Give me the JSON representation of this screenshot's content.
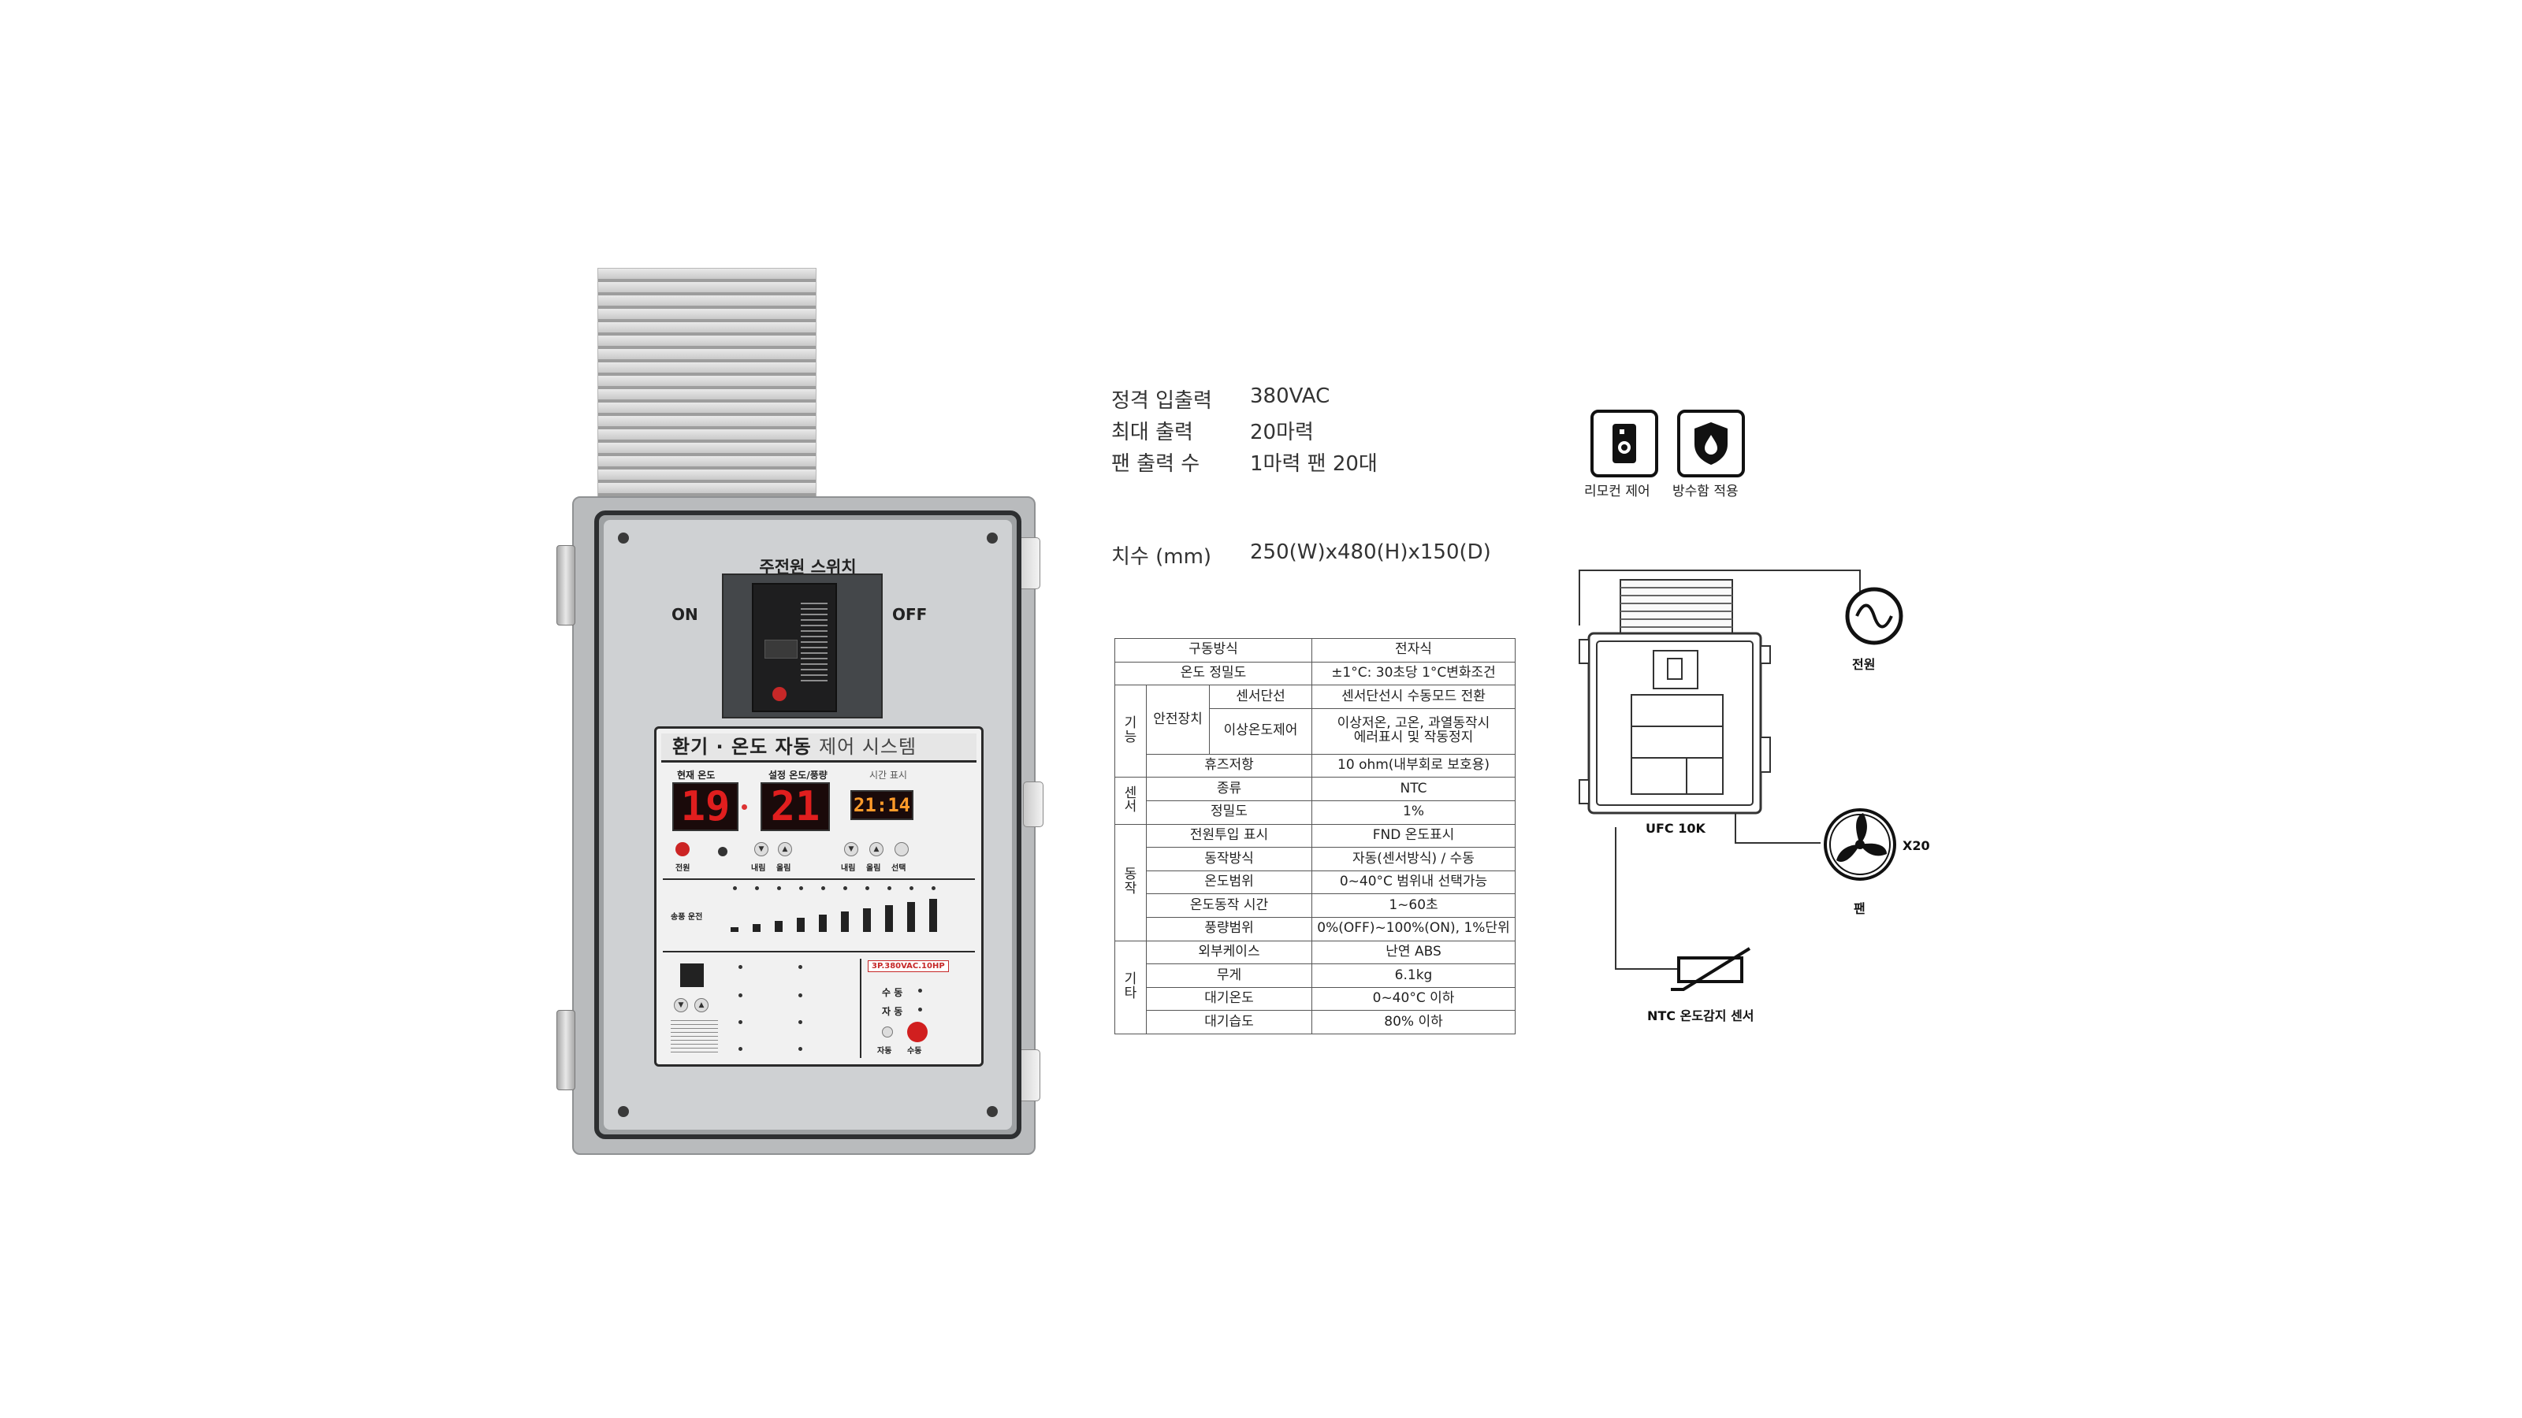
{
  "device": {
    "main_switch_title": "주전원 스위치",
    "on_label": "ON",
    "off_label": "OFF",
    "panel_title_bold": "환기 · 온도 자동",
    "panel_title_light": "제어 시스템",
    "current_temp_label": "현재 온도",
    "set_temp_label": "설정 온도/풍량",
    "time_label": "시간 표시",
    "current_temp_value": "19",
    "set_temp_value": "21",
    "time_value": "21:14",
    "power_label": "전원",
    "down_label": "내림",
    "up_label": "올림",
    "select_label": "선택",
    "airflow_label": "송풍 운전",
    "model_label": "3P.380VAC.10HP",
    "manual_label": "수 동",
    "auto_label": "자 동",
    "auto_btn_label": "자동",
    "manual_btn_label": "수동"
  },
  "specs": [
    {
      "label": "정격 입출력",
      "value": "380VAC"
    },
    {
      "label": "최대 출력",
      "value": "20마력"
    },
    {
      "label": "팬 출력 수",
      "value": "1마력 팬 20대"
    }
  ],
  "dimension": {
    "label": "치수 (mm)",
    "value": "250(W)x480(H)x150(D)"
  },
  "table": {
    "drive_method": {
      "label": "구동방식",
      "value": "전자식"
    },
    "temp_precision": {
      "label": "온도 정밀도",
      "value": "±1°C: 30초당 1°C변화조건"
    },
    "function": {
      "group": "기능",
      "safety_group": "안전장치",
      "sensor_break": {
        "label": "센서단선",
        "value": "센서단선시 수동모드 전환"
      },
      "abnormal_temp": {
        "label": "이상온도제어",
        "value_line1": "이상저온, 고온, 과열동작시",
        "value_line2": "에러표시 및 작동정지"
      },
      "fuse": {
        "label": "휴즈저항",
        "value": "10 ohm(내부회로 보호용)"
      }
    },
    "sensor": {
      "group": "센서",
      "type": {
        "label": "종류",
        "value": "NTC"
      },
      "precision": {
        "label": "정밀도",
        "value": "1%"
      }
    },
    "operation": {
      "group": "동작",
      "power_display": {
        "label": "전원투입 표시",
        "value": "FND 온도표시"
      },
      "mode": {
        "label": "동작방식",
        "value": "자동(센서방식) / 수동"
      },
      "temp_range": {
        "label": "온도범위",
        "value": "0~40°C 범위내 선택가능"
      },
      "temp_time": {
        "label": "온도동작 시간",
        "value": "1~60초"
      },
      "airflow_range": {
        "label": "풍량범위",
        "value": "0%(OFF)~100%(ON), 1%단위"
      }
    },
    "etc": {
      "group": "기타",
      "case": {
        "label": "외부케이스",
        "value": "난연 ABS"
      },
      "weight": {
        "label": "무게",
        "value": "6.1kg"
      },
      "ambient_temp": {
        "label": "대기온도",
        "value": "0~40°C 이하"
      },
      "ambient_humidity": {
        "label": "대기습도",
        "value": "80% 이하"
      }
    }
  },
  "badges": {
    "remote": "리모컨 제어",
    "waterproof": "방수함 적용"
  },
  "wiring": {
    "power_label": "전원",
    "controller_label": "UFC 10K",
    "fan_label": "팬",
    "fan_count": "X20",
    "sensor_label": "NTC 온도감지 센서"
  }
}
